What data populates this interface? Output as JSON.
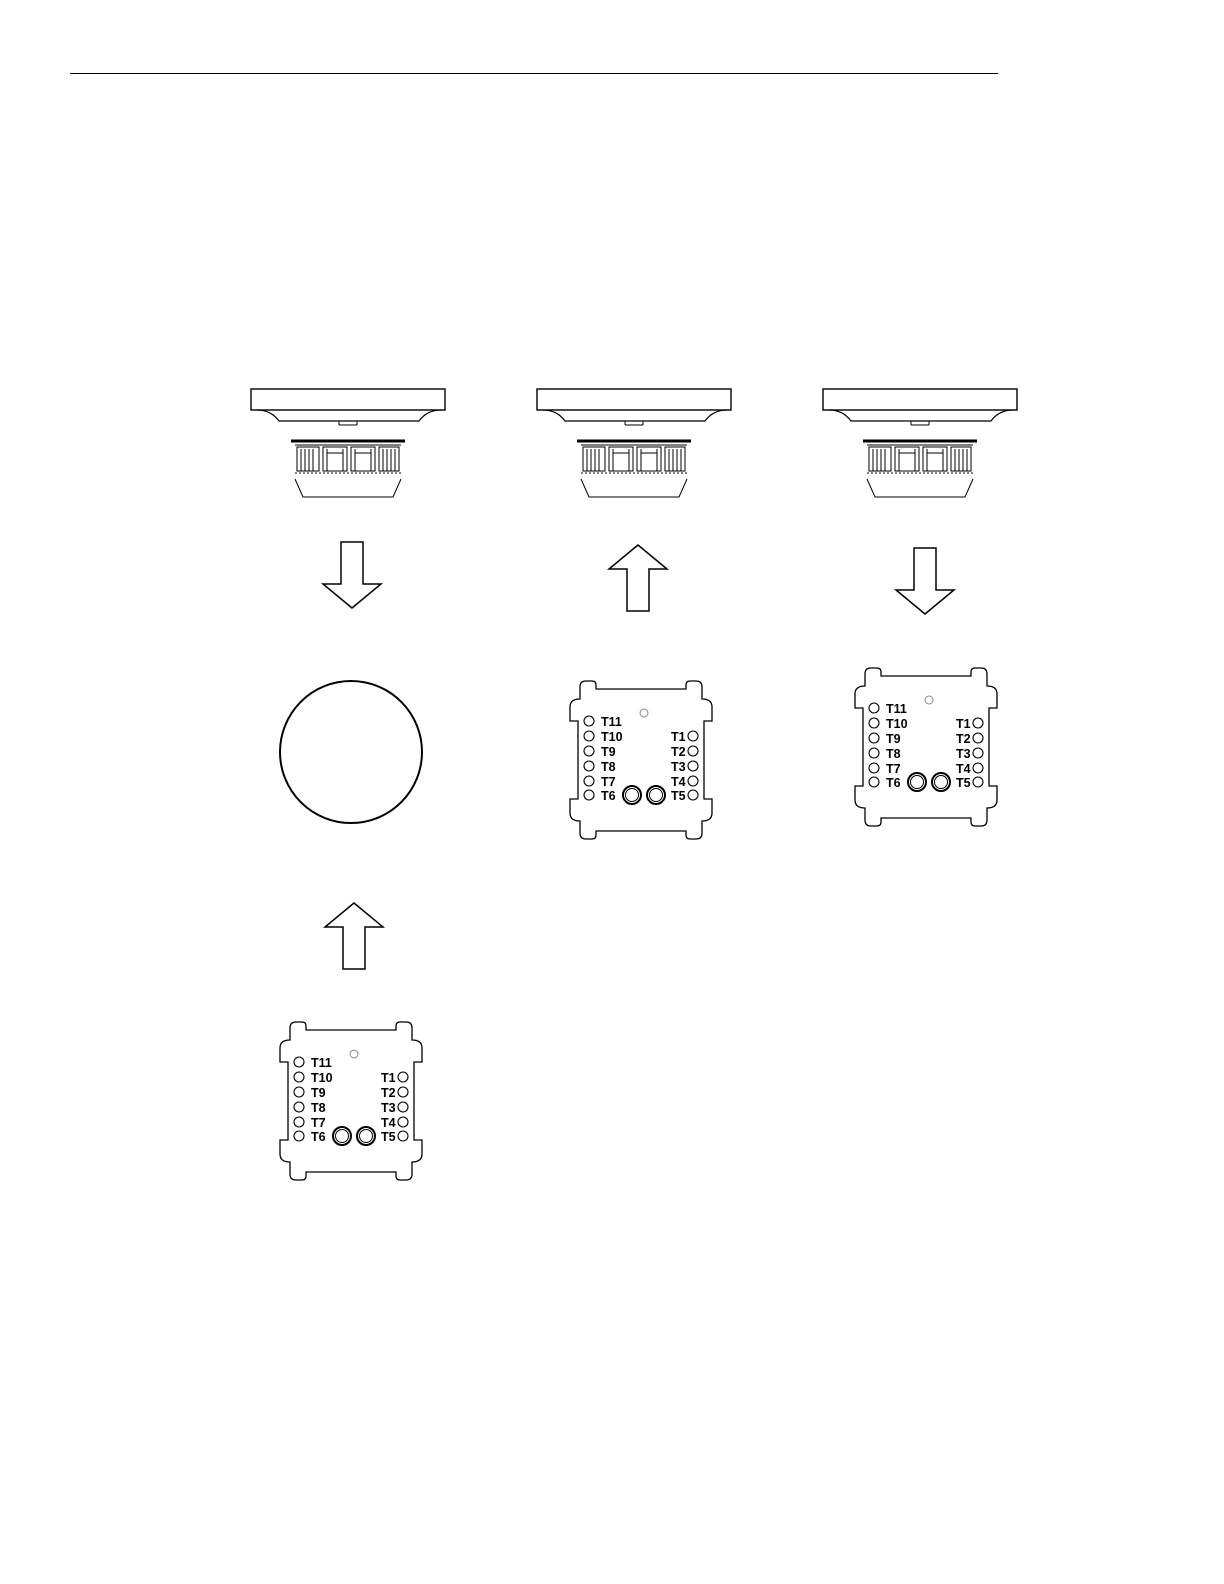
{
  "header": {
    "rule": true
  },
  "diagram": {
    "description_colors": {
      "stroke": "#000000",
      "background": "#ffffff"
    },
    "terminal_board": {
      "left_labels": [
        "T11",
        "T10",
        "T9",
        "T8",
        "T7",
        "T6"
      ],
      "right_labels": [
        "T1",
        "T2",
        "T3",
        "T4",
        "T5"
      ]
    },
    "columns": [
      {
        "detector": "detector-head",
        "arrow_top": "down",
        "middle": "blank-cover-circle",
        "arrow_bottom": "up",
        "bottom": "terminal-base"
      },
      {
        "detector": "detector-head",
        "arrow_top": "up",
        "middle": "terminal-base"
      },
      {
        "detector": "detector-head",
        "arrow_top": "down",
        "middle": "terminal-base"
      }
    ]
  }
}
